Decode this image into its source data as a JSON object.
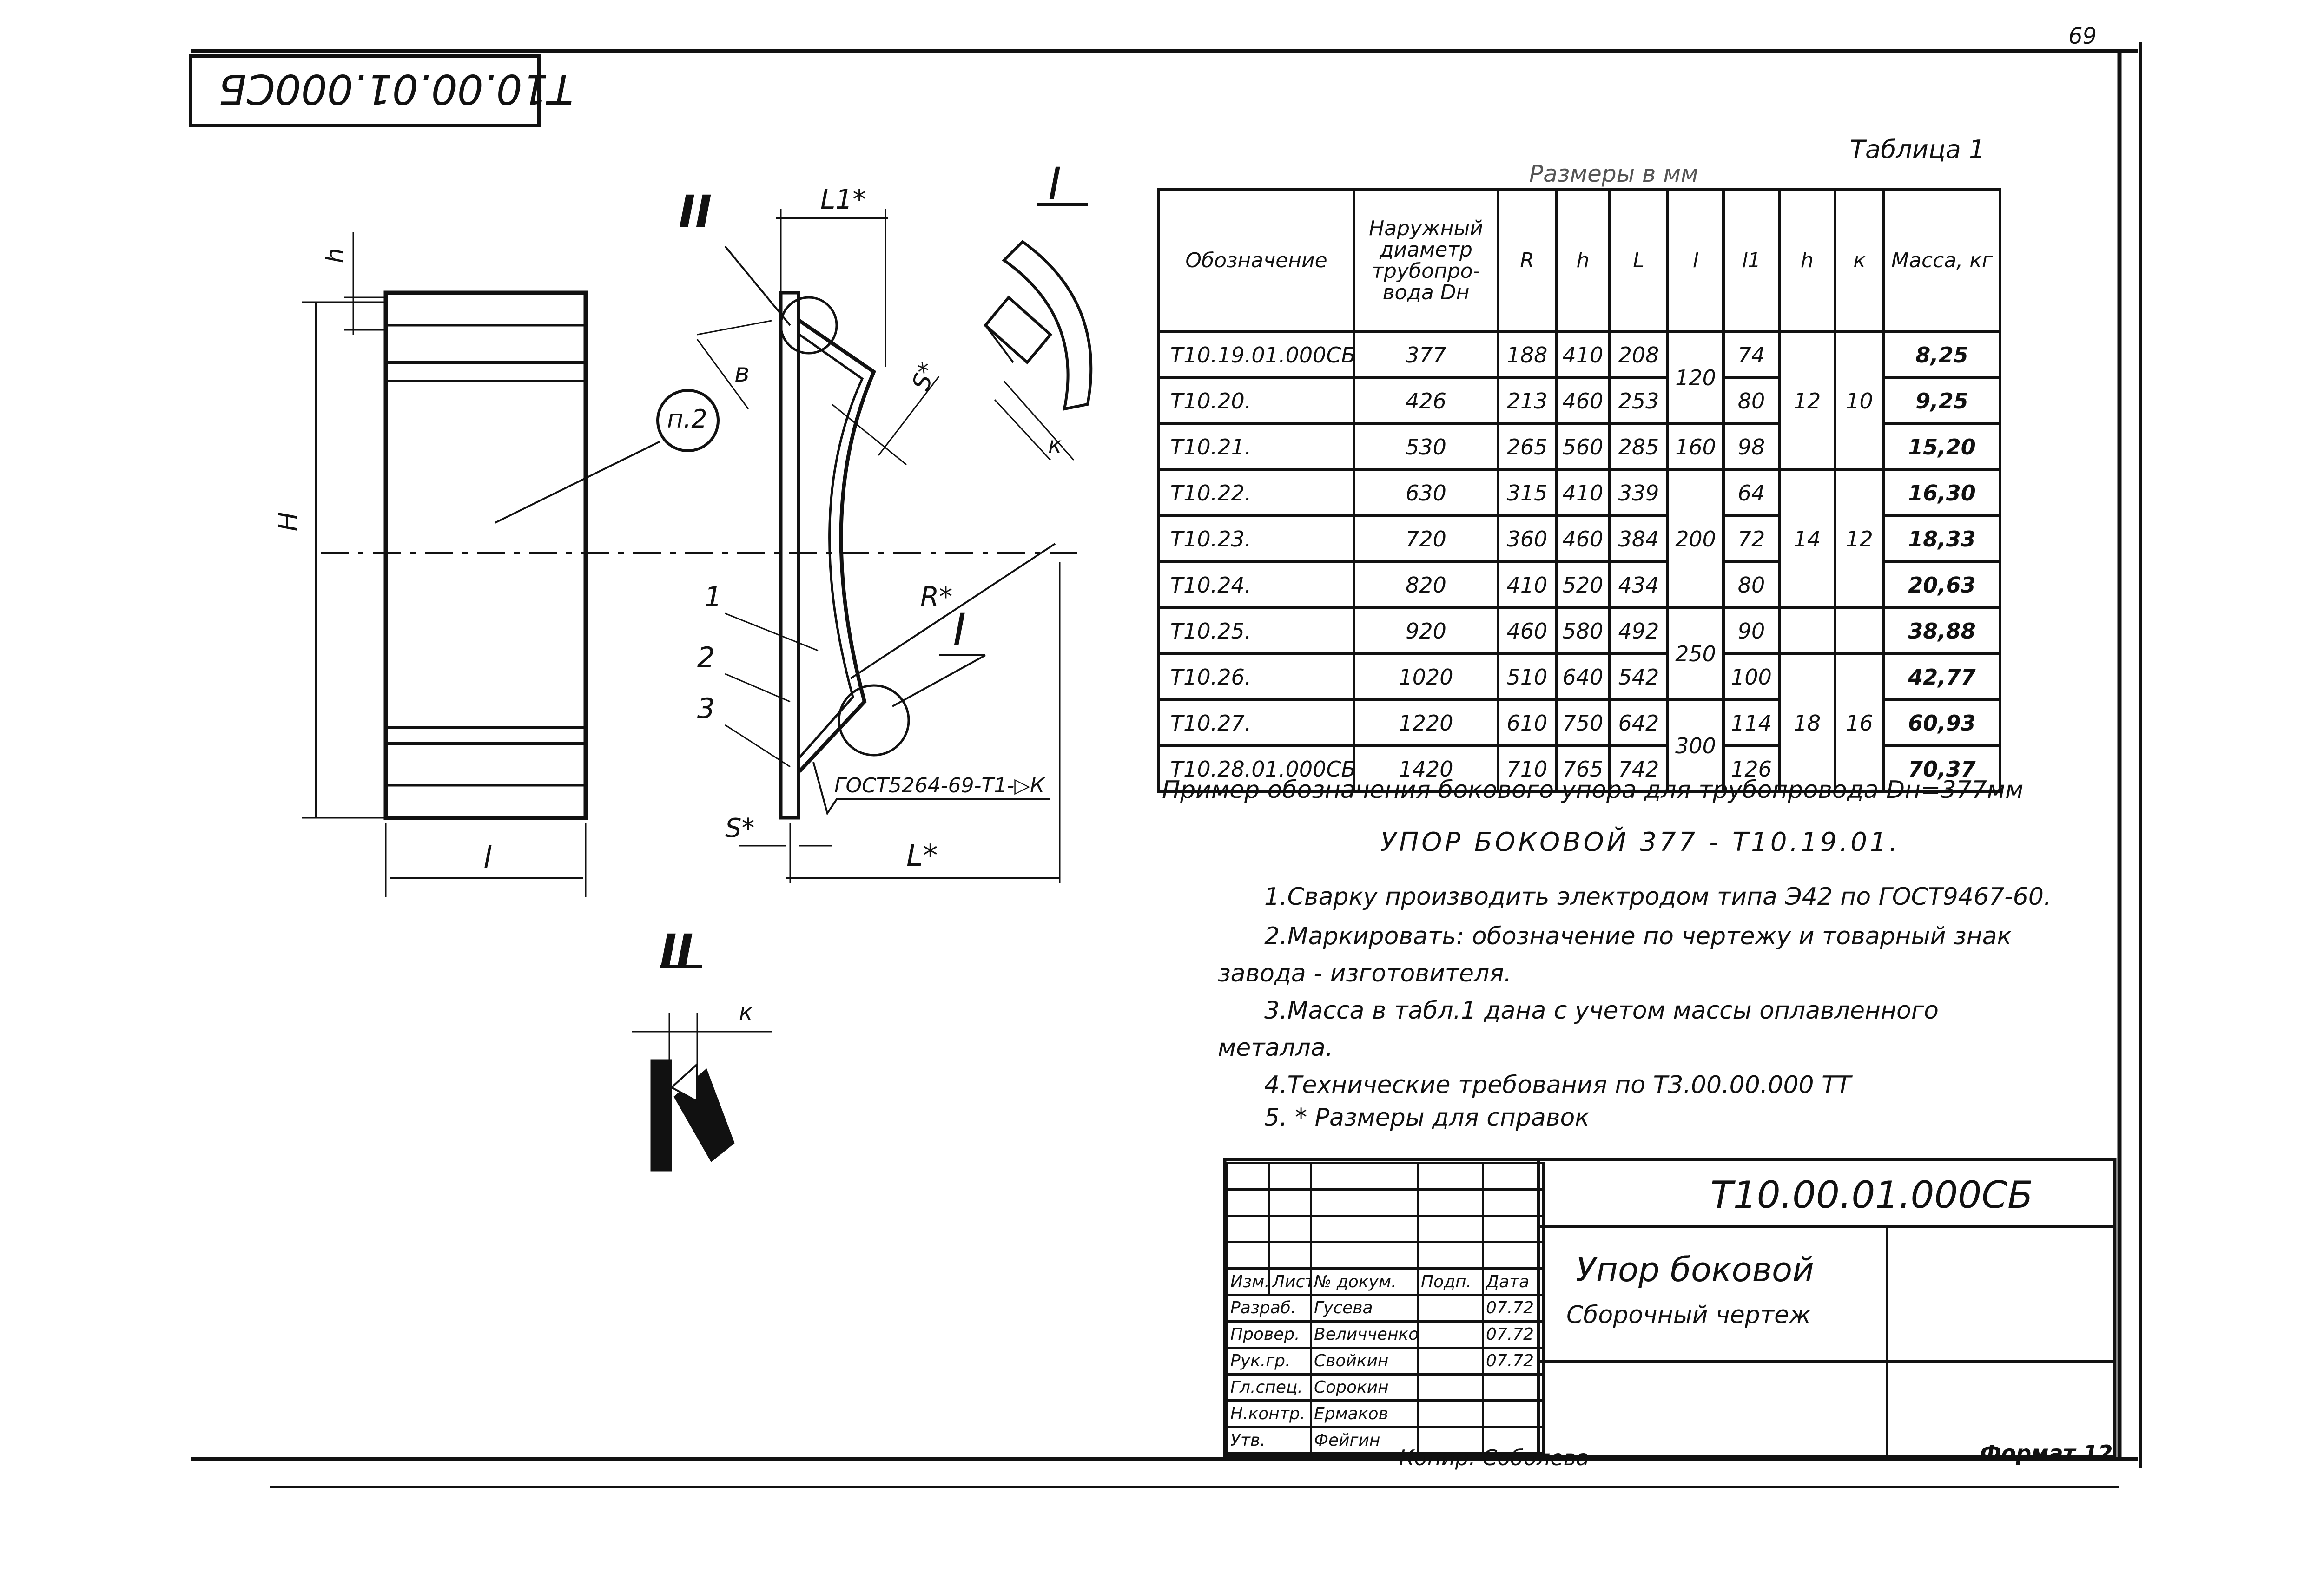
{
  "page_number": "69",
  "rotated_code": "T10.00.01.000CБ",
  "table_caption": "Таблица 1",
  "table_units": "Размеры в мм",
  "table": {
    "headers": [
      "Обозначение",
      "Наружный диаметр трубопро-вода Dн",
      "R",
      "h",
      "L",
      "l",
      "l1",
      "h",
      "к",
      "Масса, кг"
    ],
    "rows": [
      {
        "designation": "T10.19.01.000СБ",
        "dn": "377",
        "R": "188",
        "h": "410",
        "L": "208",
        "l1": "74",
        "mass": "8,25"
      },
      {
        "designation": "T10.20.",
        "dn": "426",
        "R": "213",
        "h": "460",
        "L": "253",
        "l1": "80",
        "mass": "9,25"
      },
      {
        "designation": "T10.21.",
        "dn": "530",
        "R": "265",
        "h": "560",
        "L": "285",
        "l1": "98",
        "mass": "15,20"
      },
      {
        "designation": "T10.22.",
        "dn": "630",
        "R": "315",
        "h": "410",
        "L": "339",
        "l1": "64",
        "mass": "16,30"
      },
      {
        "designation": "T10.23.",
        "dn": "720",
        "R": "360",
        "h": "460",
        "L": "384",
        "l1": "72",
        "mass": "18,33"
      },
      {
        "designation": "T10.24.",
        "dn": "820",
        "R": "410",
        "h": "520",
        "L": "434",
        "l1": "80",
        "mass": "20,63"
      },
      {
        "designation": "T10.25.",
        "dn": "920",
        "R": "460",
        "h": "580",
        "L": "492",
        "l1": "90",
        "mass": "38,88"
      },
      {
        "designation": "T10.26.",
        "dn": "1020",
        "R": "510",
        "h": "640",
        "L": "542",
        "l1": "100",
        "mass": "42,77"
      },
      {
        "designation": "T10.27.",
        "dn": "1220",
        "R": "610",
        "h": "750",
        "L": "642",
        "l1": "114",
        "mass": "60,93"
      },
      {
        "designation": "T10.28.01.000СБ",
        "dn": "1420",
        "R": "710",
        "h": "765",
        "L": "742",
        "l1": "126",
        "mass": "70,37"
      }
    ],
    "merged_l": [
      "120",
      "160",
      "200",
      "250",
      "300"
    ],
    "merged_h": [
      "12",
      "14",
      "18"
    ],
    "merged_k": [
      "10",
      "12",
      "16"
    ]
  },
  "example_label": "Пример обозначения бокового упора для трубопровода Dн=377мм",
  "example_value": "УПОР БОКОВОЙ 377 - T10.19.01.",
  "notes": [
    "1.Сварку производить электродом типа Э42 по ГОСТ9467-60.",
    "2.Маркировать: обозначение по чертежу и товарный знак",
    "завода - изготовителя.",
    "3.Масса в табл.1 дана с учетом массы  оплавленного",
    "металла.",
    "4.Технические требования по Т3.00.00.000 ТТ",
    "5. * Размеры для справок"
  ],
  "drawing_labels": {
    "h": "h",
    "H": "H",
    "l": "l",
    "L1": "L1*",
    "b": "в",
    "s_top": "S*",
    "s_bottom": "S*",
    "L": "L*",
    "R": "R*",
    "k": "к",
    "section_I": "I",
    "section_II": "II",
    "callout": "п.2",
    "part_1": "1",
    "part_2": "2",
    "part_3": "3",
    "weld": "ГОСТ5264-69-Т1-▷К"
  },
  "title_block": {
    "doc_code": "T10.00.01.000СБ",
    "name_line1": "Упор боковой",
    "name_line2": "Сборочный чертеж",
    "header_cells": [
      "Изм.",
      "Лист",
      "№ докум.",
      "Подп.",
      "Дата"
    ],
    "rows": [
      {
        "role": "Разраб.",
        "name": "Гусева",
        "date": "07.72"
      },
      {
        "role": "Провер.",
        "name": "Величченко",
        "date": "07.72"
      },
      {
        "role": "Рук.гр.",
        "name": "Свойкин",
        "date": "07.72"
      },
      {
        "role": "Гл.спец.",
        "name": "Сорокин",
        "date": ""
      },
      {
        "role": "Н.контр.",
        "name": "Ермаков",
        "date": ""
      },
      {
        "role": "Утв.",
        "name": "Фейгин",
        "date": ""
      }
    ]
  },
  "copied_by": "Копир. Соболева",
  "format": "Формат 12"
}
